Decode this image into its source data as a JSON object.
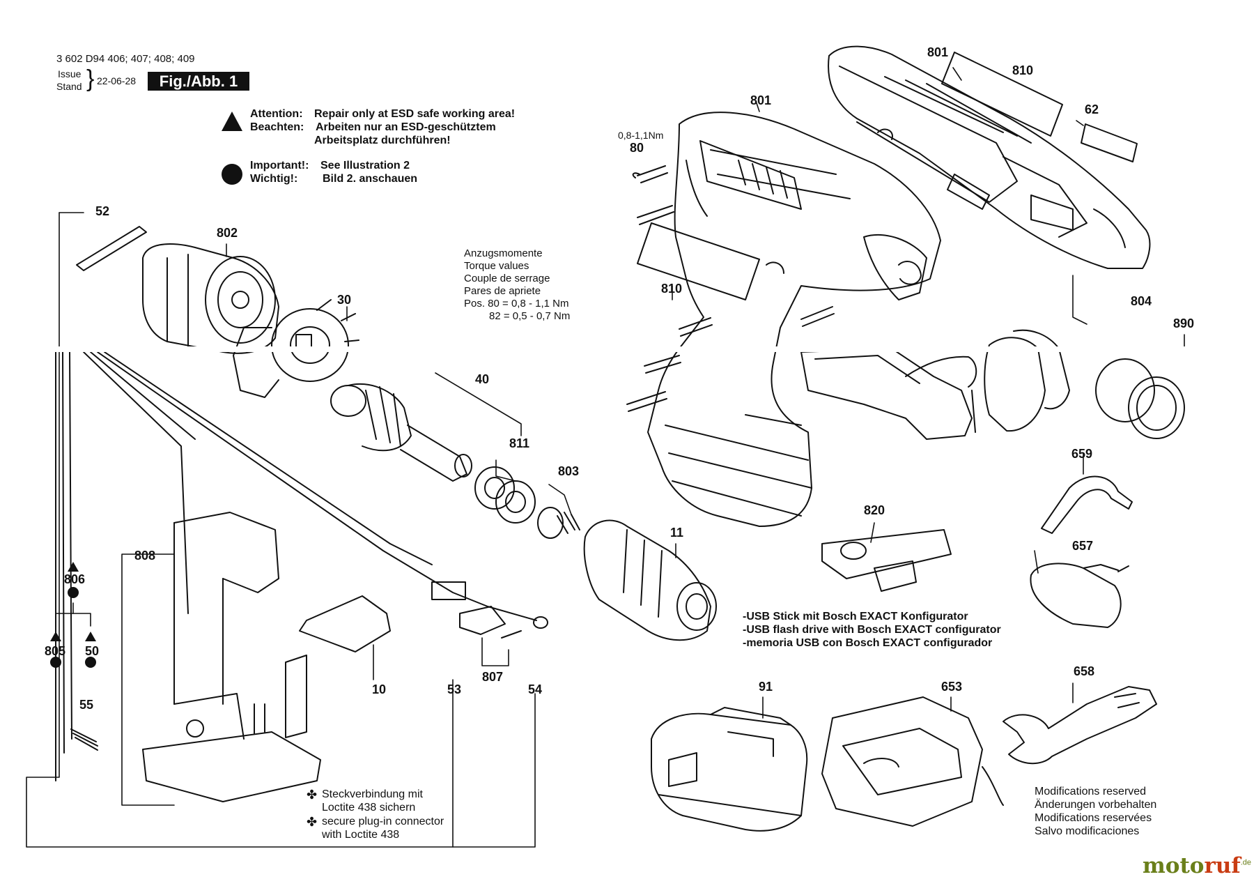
{
  "header": {
    "doc_numbers": "3 602 D94 406; 407; 408; 409",
    "issue_label": "Issue",
    "stand_label": "Stand",
    "date": "22-06-28",
    "figure_label": "Fig./Abb. 1"
  },
  "warnings": {
    "attention_key": "Attention:",
    "attention_text": "Repair only at ESD safe working area!",
    "beachten_key": "Beachten:",
    "beachten_text_1": "Arbeiten nur an ESD-geschütztem",
    "beachten_text_2": "Arbeitsplatz durchführen!",
    "important_key": "Important!:",
    "important_text": "See Illustration 2",
    "wichtig_key": "Wichtig!:",
    "wichtig_text": "Bild 2. anschauen"
  },
  "torque": {
    "line1": "Anzugsmomente",
    "line2": "Torque values",
    "line3": "Couple de serrage",
    "line4": "Pares de apriete",
    "pos80": "Pos. 80 =  0,8 -  1,1 Nm",
    "pos82": "82 =  0,5 -  0,7 Nm",
    "callout_torque": "0,8-1,1Nm"
  },
  "usb_note": {
    "line1": "-USB Stick mit Bosch EXACT Konfigurator",
    "line2": "-USB flash drive with Bosch EXACT configurator",
    "line3": "-memoria USB con Bosch EXACT configurador"
  },
  "loctite_note": {
    "symbol": "✤",
    "de_1": "Steckverbindung mit",
    "de_2": "Loctite 438 sichern",
    "en_1": "secure plug-in connector",
    "en_2": "with Loctite 438"
  },
  "modifications": {
    "en": "Modifications reserved",
    "de": "Änderungen vorbehalten",
    "fr": "Modifications reservées",
    "es": "Salvo modificaciones"
  },
  "parts": {
    "p52": "52",
    "p802": "802",
    "p30": "30",
    "p40": "40",
    "p811": "811",
    "p803": "803",
    "p11": "11",
    "p808": "808",
    "p806": "806",
    "p805": "805",
    "p50": "50",
    "p55": "55",
    "p10": "10",
    "p53": "53",
    "p807": "807",
    "p54": "54",
    "p801a": "801",
    "p801b": "801",
    "p810a": "810",
    "p810b": "810",
    "p62": "62",
    "p80": "80",
    "p804": "804",
    "p890": "890",
    "p659": "659",
    "p820": "820",
    "p657": "657",
    "p658": "658",
    "p91": "91",
    "p653": "653"
  },
  "watermark": {
    "brand_a": "moto",
    "brand_b": "ruf",
    "tld": ".de"
  }
}
